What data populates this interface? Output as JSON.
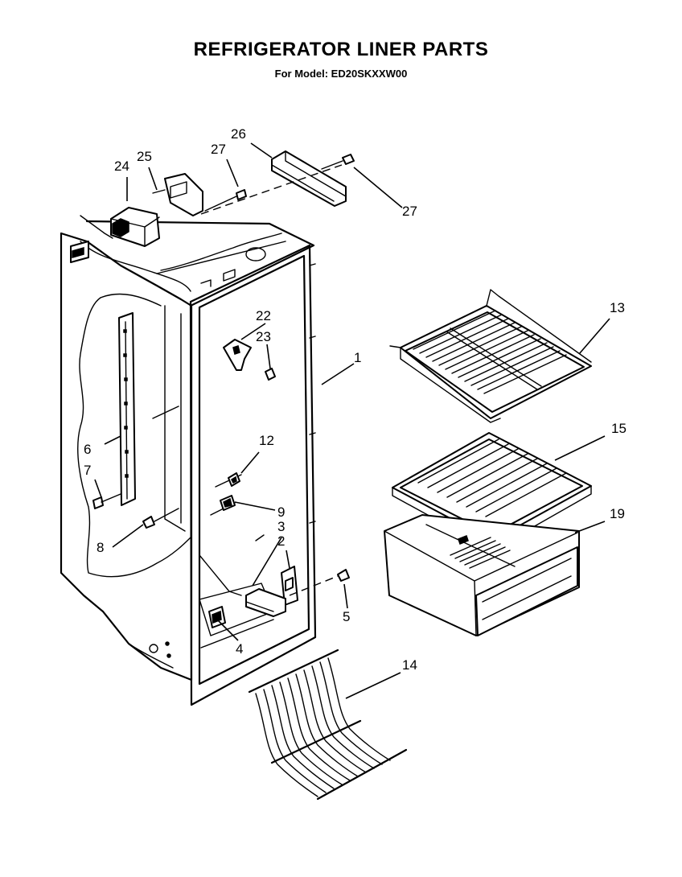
{
  "header": {
    "title": "REFRIGERATOR LINER PARTS",
    "subtitle": "For Model: ED20SKXXW00"
  },
  "callouts": {
    "c1": "1",
    "c2": "2",
    "c3": "3",
    "c4": "4",
    "c5": "5",
    "c6": "6",
    "c7": "7",
    "c8": "8",
    "c9": "9",
    "c12": "12",
    "c13": "13",
    "c14": "14",
    "c15": "15",
    "c19": "19",
    "c22": "22",
    "c23": "23",
    "c24": "24",
    "c25": "25",
    "c26": "26",
    "c27a": "27",
    "c27b": "27"
  }
}
